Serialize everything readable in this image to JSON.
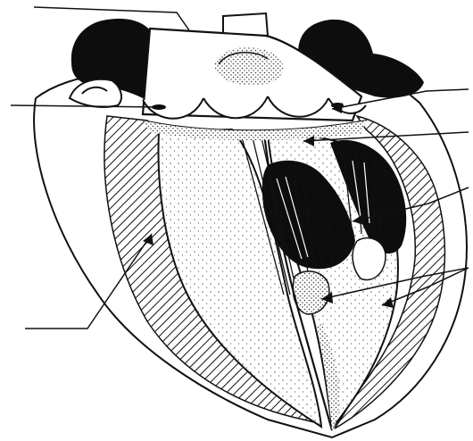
{
  "figure": {
    "type": "anatomical line drawing",
    "subject": "heart-section-illustration",
    "colors": {
      "background": "#ffffff",
      "ink": "#111111",
      "solid_black": "#0d0d0d",
      "stipple": "#555555"
    },
    "labels": [],
    "leader_line_count": 7,
    "label_text_printed": false
  }
}
